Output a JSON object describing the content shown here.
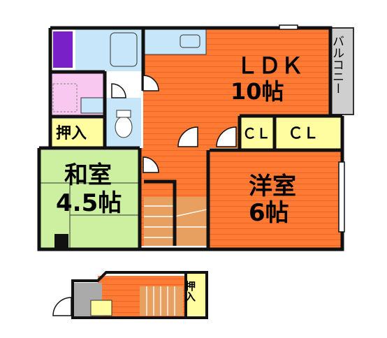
{
  "rooms": {
    "ldk": {
      "name": "ＬＤＫ",
      "size": "10帖"
    },
    "western": {
      "name": "洋室",
      "size": "6帖"
    },
    "japanese": {
      "name": "和室",
      "size": "4.5帖"
    }
  },
  "labels": {
    "closet_1": "ＣＬ",
    "closet_2": "ＣＬ",
    "storage_main": "押入",
    "storage_stair": "押入",
    "balcony": "バルコニー"
  },
  "colors": {
    "orange": "#ff7a33",
    "stripe": "#e8642a",
    "green": "#ccf0a0",
    "yellow": "#fffda0",
    "blue": "#c8e6fa",
    "pink": "#f8c8f0",
    "purple": "#7a20c8",
    "wall": "#111111",
    "gray": "#999999",
    "stair": "#e8a060"
  }
}
